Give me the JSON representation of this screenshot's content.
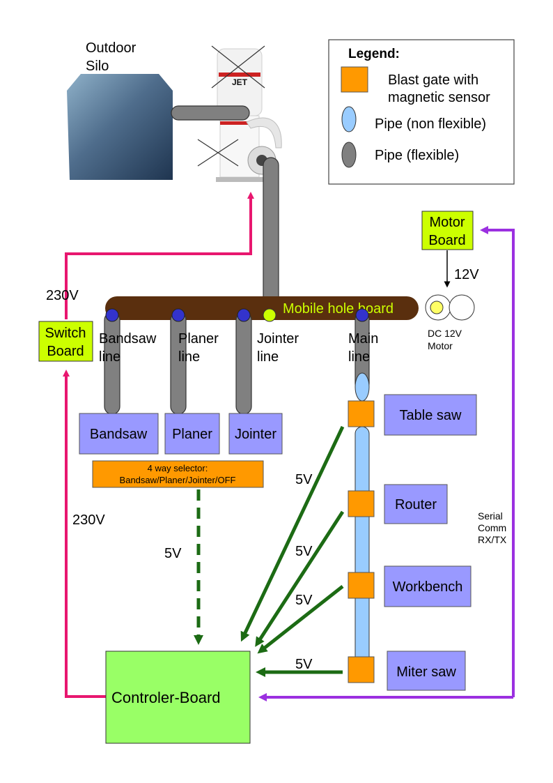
{
  "silo": {
    "line1": "Outdoor",
    "line2": "Silo"
  },
  "collector": {
    "brand": "JET"
  },
  "legend": {
    "title": "Legend:",
    "gate_line1": "Blast gate with",
    "gate_line2": "magnetic sensor",
    "pipe_rigid": "Pipe (non flexible)",
    "pipe_flex": "Pipe (flexible)"
  },
  "motor_board": {
    "line1": "Motor",
    "line2": "Board"
  },
  "switch_board": {
    "line1": "Switch",
    "line2": "Board"
  },
  "hole_board": {
    "label": "Mobile hole board"
  },
  "motor": {
    "line1": "DC 12V",
    "line2": "Motor"
  },
  "lines": {
    "bandsaw": {
      "line1": "Bandsaw",
      "line2": "line"
    },
    "planer": {
      "line1": "Planer",
      "line2": "line"
    },
    "jointer": {
      "line1": "Jointer",
      "line2": "line"
    },
    "main": {
      "line1": "Main",
      "line2": "line"
    }
  },
  "machines": {
    "bandsaw": "Bandsaw",
    "planer": "Planer",
    "jointer": "Jointer",
    "table_saw": "Table saw",
    "router": "Router",
    "workbench": "Workbench",
    "miter_saw": "Miter saw"
  },
  "selector": {
    "line1": "4 way selector:",
    "line2": "Bandsaw/Planer/Jointer/OFF"
  },
  "controller": {
    "label": "Controler-Board"
  },
  "voltages": {
    "v230_top": "230V",
    "v230_bottom": "230V",
    "v12": "12V",
    "v5_selector": "5V",
    "v5_table_saw": "5V",
    "v5_router": "5V",
    "v5_workbench": "5V",
    "v5_miter_saw": "5V"
  },
  "serial": {
    "line1": "Serial",
    "line2": "Comm",
    "line3": "RX/TX"
  },
  "colors": {
    "power": "#e8176f",
    "serial": "#9b30e0",
    "signal": "#1c6b14",
    "gate": "#ff9900",
    "machine": "#9999ff",
    "controller": "#99ff66",
    "board": "#ccff00",
    "hole_board": "#5a2f0e",
    "pipe_rigid": "#99ccff",
    "pipe_flex": "#808080"
  }
}
